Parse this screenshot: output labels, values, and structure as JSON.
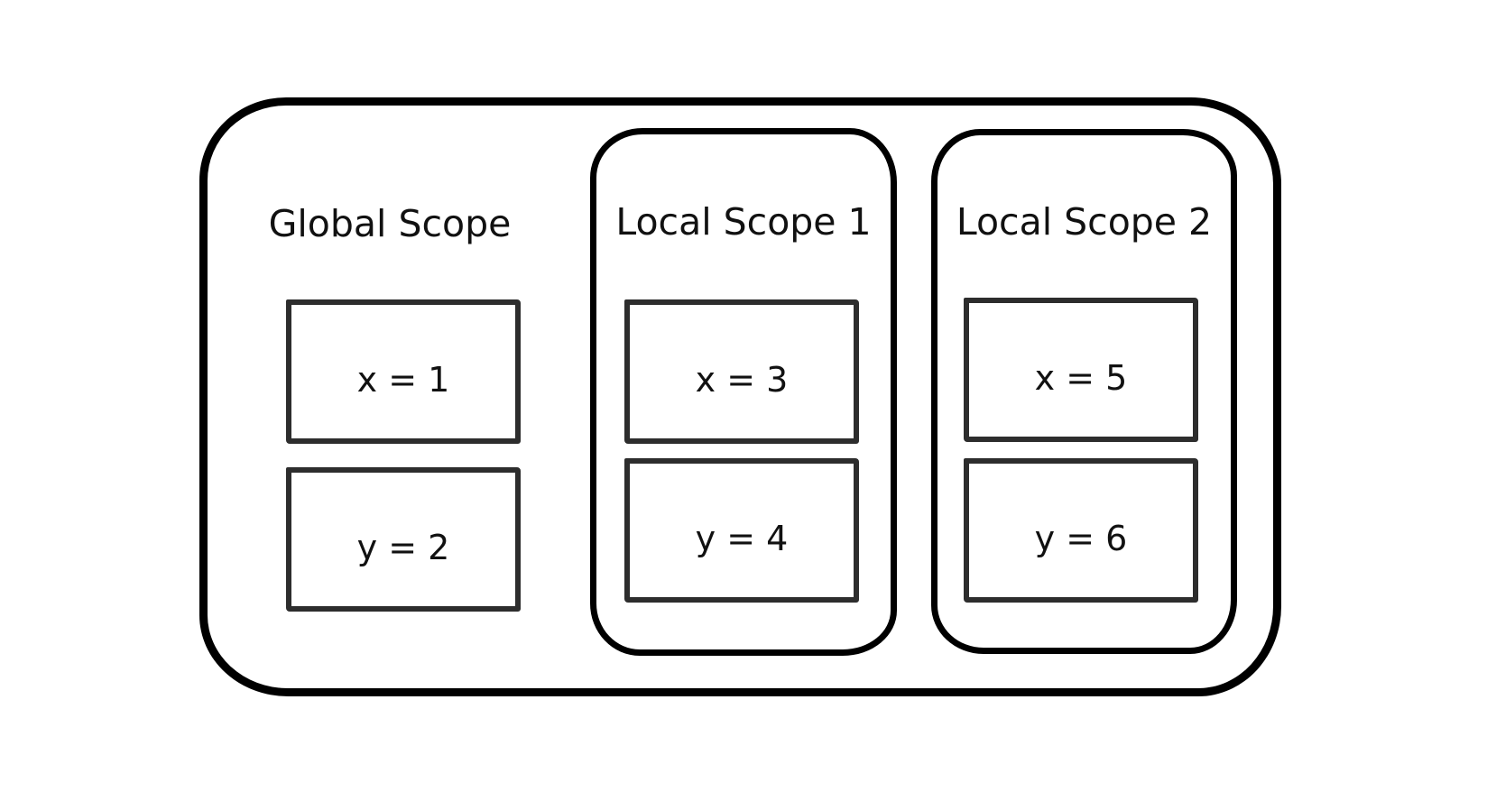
{
  "diagram": {
    "type": "scope-diagram",
    "colors": {
      "stroke": "#000000",
      "box_stroke": "#2d2d2d",
      "text": "#111111",
      "background": "#ffffff"
    },
    "scopes": [
      {
        "id": "global",
        "label": "Global Scope",
        "variables": [
          "x = 1",
          "y = 2"
        ]
      },
      {
        "id": "local-1",
        "label": "Local Scope 1",
        "variables": [
          "x = 3",
          "y = 4"
        ]
      },
      {
        "id": "local-2",
        "label": "Local Scope 2",
        "variables": [
          "x = 5",
          "y = 6"
        ]
      }
    ]
  }
}
